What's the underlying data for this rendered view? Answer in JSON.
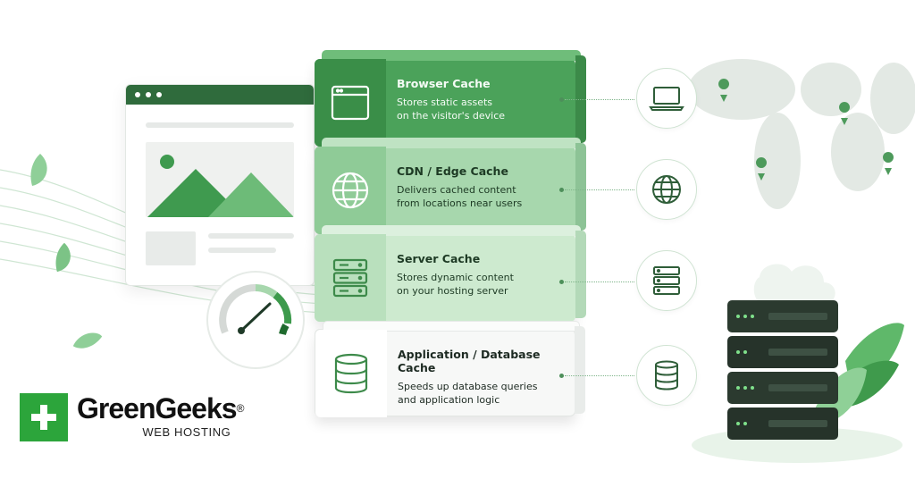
{
  "colors": {
    "brand_green": "#2ca53b",
    "dark_green": "#2f6b3c",
    "accent_green": "#4ba25a",
    "light_green": "#a7d7ad",
    "pale_green": "#cdeacf"
  },
  "cache_layers": [
    {
      "title": "Browser Cache",
      "description_line1": "Stores static assets",
      "description_line2": "on the visitor's device",
      "icon": "browser-window-icon",
      "side_icon": "laptop-icon"
    },
    {
      "title": "CDN / Edge Cache",
      "description_line1": "Delivers cached content",
      "description_line2": "from locations near users",
      "icon": "globe-icon",
      "side_icon": "globe-icon"
    },
    {
      "title": "Server Cache",
      "description_line1": "Stores dynamic content",
      "description_line2": "on your hosting server",
      "icon": "server-icon",
      "side_icon": "server-icon"
    },
    {
      "title": "Application / Database Cache",
      "description_line1": "Speeds up database queries",
      "description_line2": "and application logic",
      "icon": "database-icon",
      "side_icon": "database-icon"
    }
  ],
  "logo": {
    "name": "GreenGeeks",
    "registered": "®",
    "subtitle": "WEB HOSTING"
  },
  "gauge": {
    "icon": "speedometer-icon"
  }
}
